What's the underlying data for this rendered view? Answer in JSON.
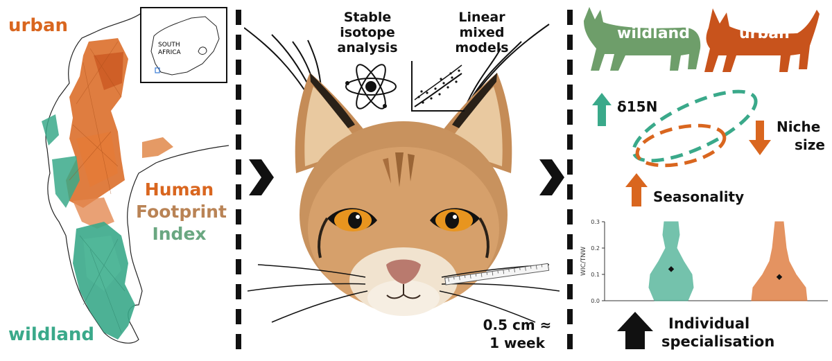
{
  "left_panel": {
    "urban_label": "urban",
    "wildland_label": "wildland",
    "hfi_line1": "Human",
    "hfi_line2": "Footprint",
    "hfi_line3": "Index",
    "inset_label_line1": "SOUTH",
    "inset_label_line2": "AFRICA"
  },
  "middle_panel": {
    "method1_line1": "Stable",
    "method1_line2": "isotope",
    "method1_line3": "analysis",
    "method2_line1": "Linear",
    "method2_line2": "mixed",
    "method2_line3": "models",
    "scale_line1": "0.5 cm ≈",
    "scale_line2": "1 week"
  },
  "right_panel": {
    "wildland_cat_label": "wildland",
    "urban_cat_label": "urban",
    "d15n_label": "δ15N",
    "niche_line1": "Niche",
    "niche_line2": "size",
    "seasonality_label": "Seasonality",
    "spec_line1": "Individual",
    "spec_line2": "specialisation"
  },
  "colors": {
    "urban": "#d9661f",
    "wildland": "#3aa98a",
    "wild_cat": "#6e9e6a",
    "urban_cat": "#c8531c"
  },
  "chart_data": {
    "type": "violin",
    "ylabel": "WIC/TNW",
    "ylim": [
      0,
      0.3
    ],
    "yticks": [
      "0.0",
      "0.1",
      "0.2",
      "0.3"
    ],
    "series": [
      {
        "name": "wildland",
        "mean": 0.12,
        "min": 0.0,
        "max": 0.3
      },
      {
        "name": "urban",
        "mean": 0.09,
        "min": 0.0,
        "max": 0.3
      }
    ]
  }
}
